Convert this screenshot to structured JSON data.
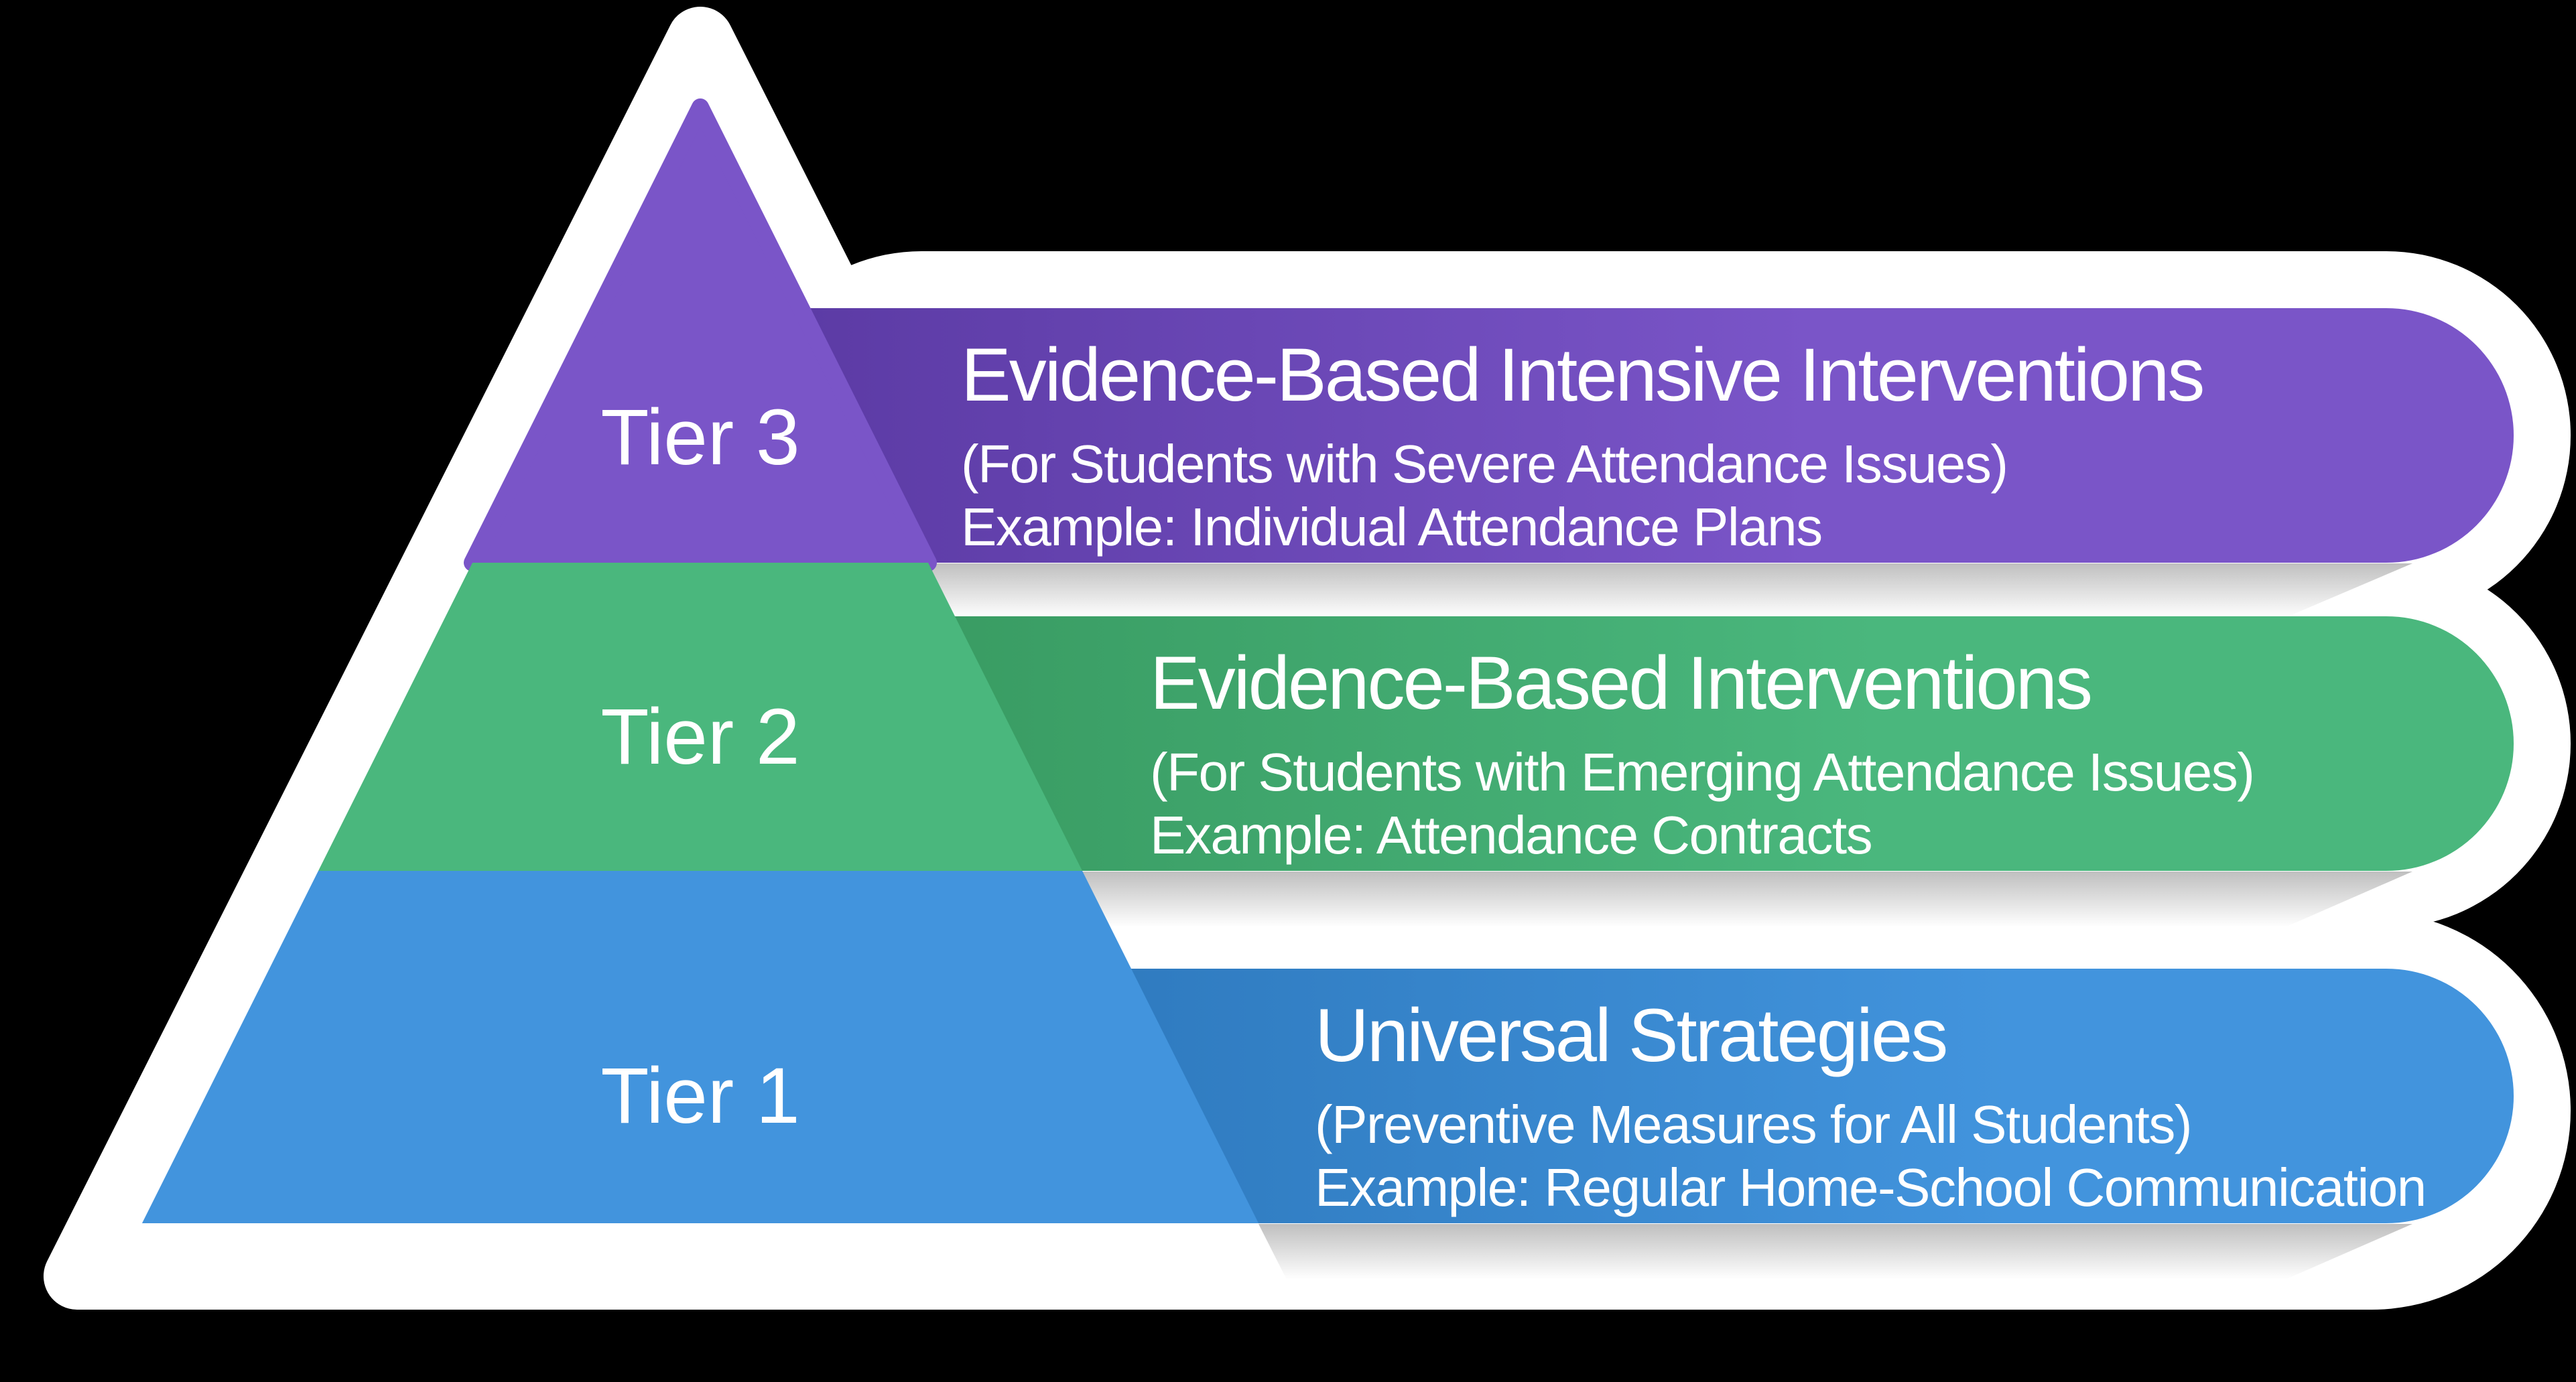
{
  "diagram_type": "tiered-pyramid",
  "colors": {
    "background": "#000000",
    "outline": "#ffffff",
    "text": "#ffffff",
    "purple": "#7a55c8",
    "purple_dark": "#5c3ba5",
    "green": "#4ab77d",
    "green_dark": "#389a61",
    "blue": "#4294dd",
    "blue_dark": "#2d78bc"
  },
  "tiers": [
    {
      "label": "Tier 3",
      "title": "Evidence-Based Intensive Interventions",
      "subtitle": "(For Students with Severe Attendance Issues)",
      "example": "Example: Individual Attendance Plans",
      "color": "#7a55c8"
    },
    {
      "label": "Tier 2",
      "title": "Evidence-Based Interventions",
      "subtitle": "(For Students with Emerging Attendance Issues)",
      "example": "Example: Attendance Contracts",
      "color": "#4ab77d"
    },
    {
      "label": "Tier 1",
      "title": "Universal Strategies",
      "subtitle": "(Preventive Measures for All Students)",
      "example": "Example: Regular Home-School Communication",
      "color": "#4294dd"
    }
  ]
}
